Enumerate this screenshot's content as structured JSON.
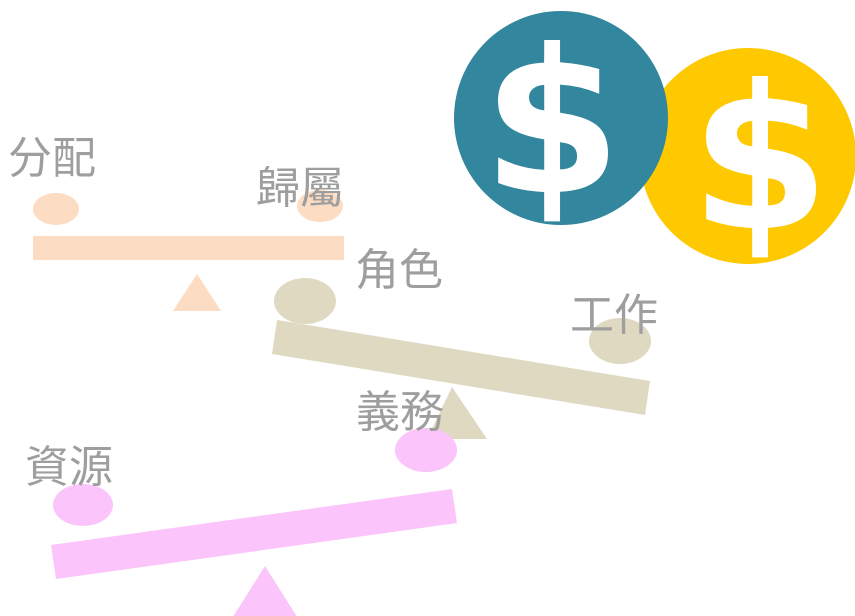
{
  "colors": {
    "peach": "#fcdcc2",
    "taupe": "#dfd9c2",
    "pink": "#fbc5fb",
    "teal": "#32869d",
    "gold": "#fec901",
    "label": "#9e9e9e",
    "coin_symbol": "#ffffff"
  },
  "coins": [
    {
      "symbol": "$",
      "color_name": "teal",
      "icon": "dollar-coin-icon"
    },
    {
      "symbol": "$",
      "color_name": "gold",
      "icon": "dollar-coin-icon"
    }
  ],
  "scales": [
    {
      "id": "top",
      "labels": {
        "left": "分配",
        "right": "歸屬"
      },
      "color_name": "peach",
      "tilt": "level"
    },
    {
      "id": "middle",
      "labels": {
        "left": "角色",
        "right": "工作"
      },
      "color_name": "taupe",
      "tilt": "down-right"
    },
    {
      "id": "bottom",
      "labels": {
        "left": "資源",
        "right": "義務"
      },
      "color_name": "pink",
      "tilt": "down-left"
    }
  ]
}
